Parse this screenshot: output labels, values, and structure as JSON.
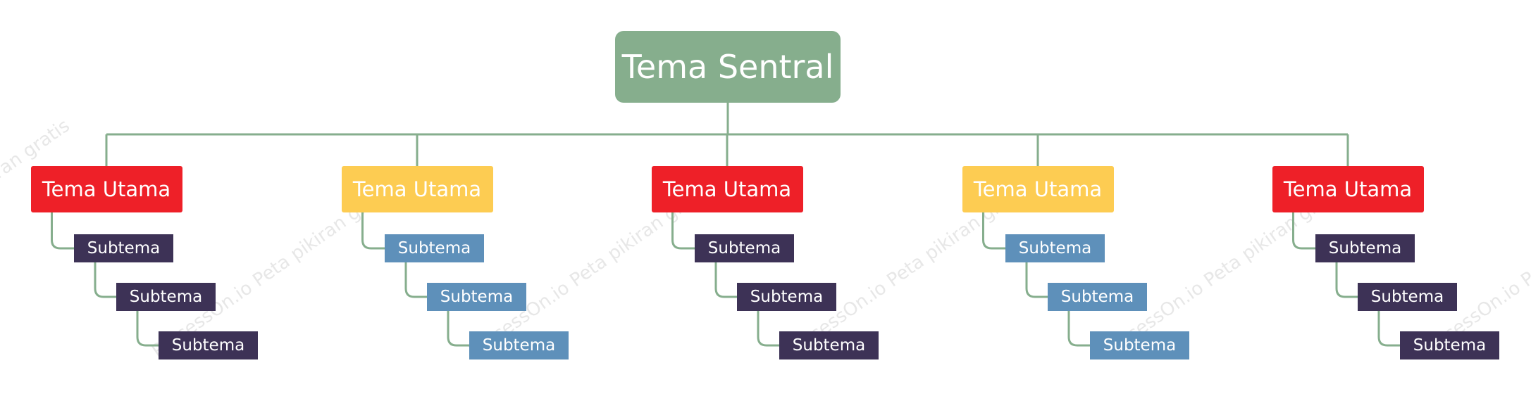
{
  "central_topic": "Tema Sentral",
  "branches": [
    {
      "label": "Tema Utama",
      "color": "#ee2028",
      "subtopic_color": "#3d3256",
      "subtopics": [
        "Subtema",
        "Subtema",
        "Subtema"
      ]
    },
    {
      "label": "Tema Utama",
      "color": "#fdcc52",
      "subtopic_color": "#5e90ba",
      "subtopics": [
        "Subtema",
        "Subtema",
        "Subtema"
      ]
    },
    {
      "label": "Tema Utama",
      "color": "#ee2028",
      "subtopic_color": "#3d3256",
      "subtopics": [
        "Subtema",
        "Subtema",
        "Subtema"
      ]
    },
    {
      "label": "Tema Utama",
      "color": "#fdcc52",
      "subtopic_color": "#5e90ba",
      "subtopics": [
        "Subtema",
        "Subtema",
        "Subtema"
      ]
    },
    {
      "label": "Tema Utama",
      "color": "#ee2028",
      "subtopic_color": "#3d3256",
      "subtopics": [
        "Subtema",
        "Subtema",
        "Subtema"
      ]
    }
  ],
  "colors": {
    "central": "#86ae8d",
    "connector": "#86ae8d"
  },
  "watermark": "ProcessOn.io Peta pikiran gratis"
}
